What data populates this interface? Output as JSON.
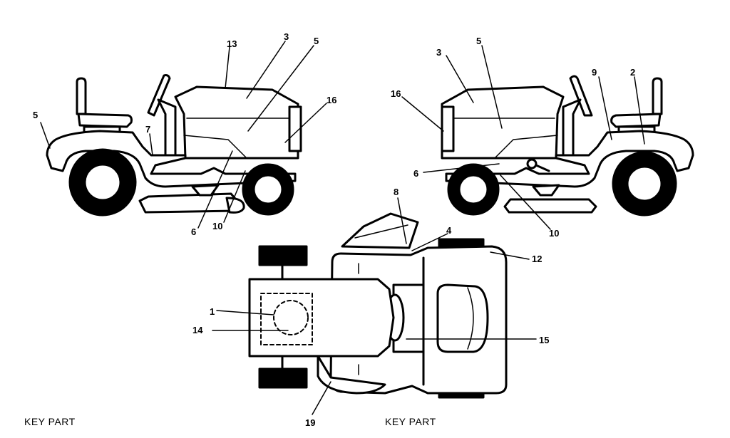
{
  "callouts": {
    "left": {
      "c13": "13",
      "c3": "3",
      "c5_top": "5",
      "c16": "16",
      "c5_left": "5",
      "c7": "7",
      "c6": "6",
      "c10": "10"
    },
    "right": {
      "c3": "3",
      "c5": "5",
      "c9": "9",
      "c2": "2",
      "c16": "16",
      "c6": "6",
      "c10": "10"
    },
    "top": {
      "c8": "8",
      "c4": "4",
      "c12": "12",
      "c1": "1",
      "c14": "14",
      "c15": "15",
      "c19": "19"
    }
  },
  "key_headers": {
    "left": "KEY   PART",
    "right": "KEY   PART"
  }
}
